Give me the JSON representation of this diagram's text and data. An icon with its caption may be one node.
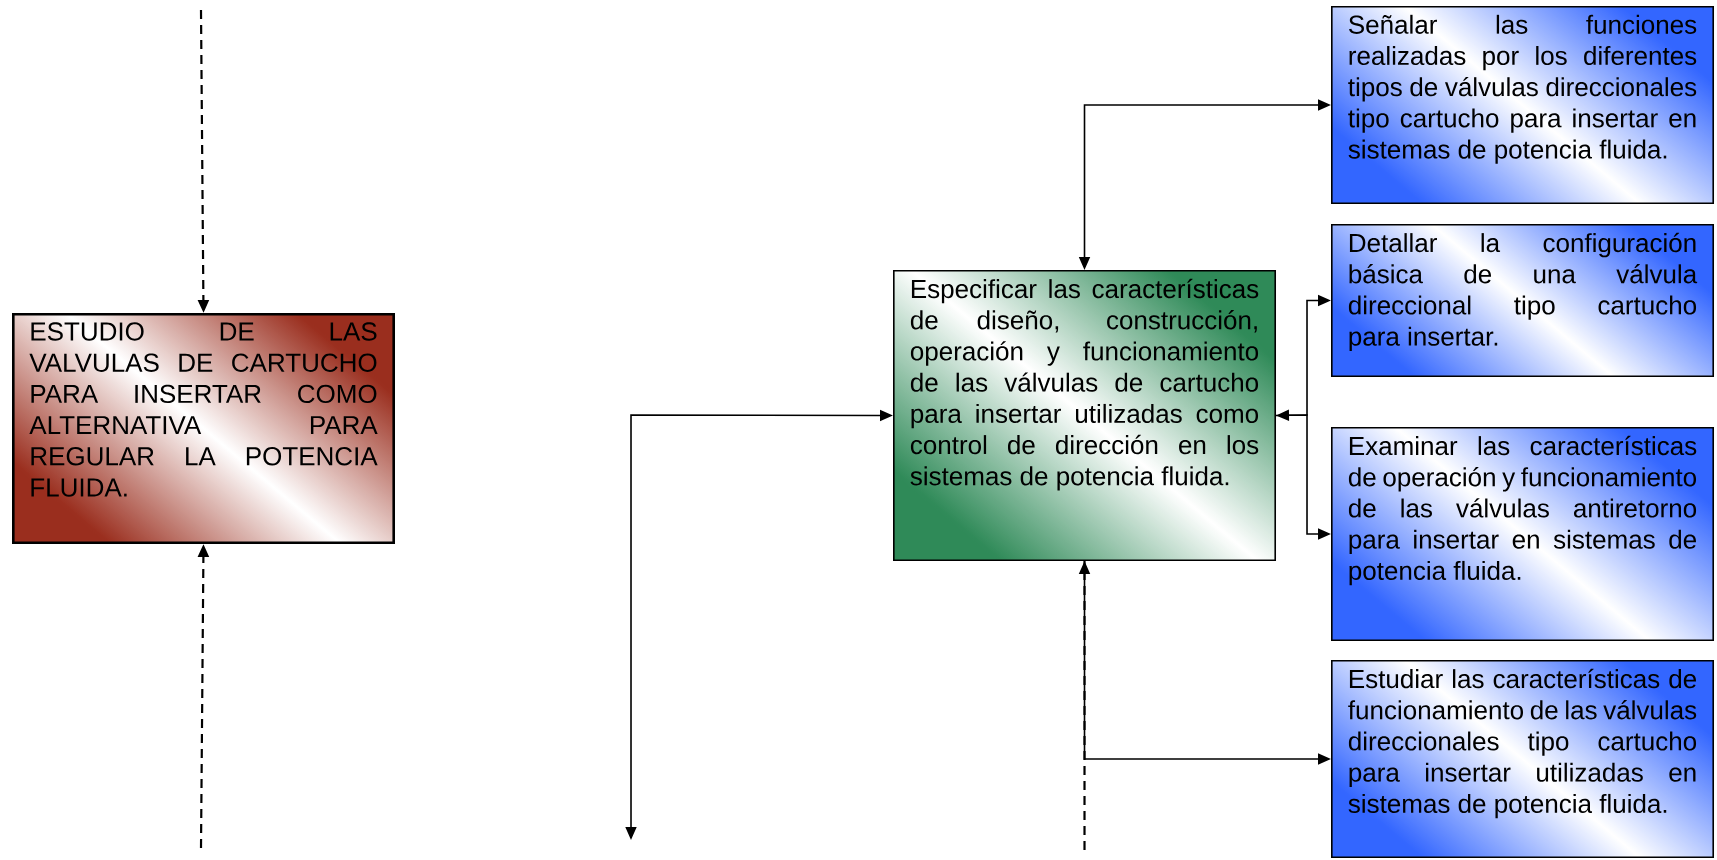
{
  "diagram": {
    "nodes": [
      {
        "text": [
          "ESTUDIO DE LAS VALVULAS DE CARTUCHO PARA INSERTAR COMO ALTERNATIVA PARA REGULAR LA POTENCIA FLUIDA."
        ]
      },
      {
        "text": [
          "Especificar las características de diseño, construcción, operación y funcionamiento de las válvulas de cartucho para insertar utilizadas como control de dirección en los sistemas de potencia fluida."
        ]
      },
      {
        "text": [
          "Señalar las funciones realizadas por los diferentes tipos de válvulas direccionales tipo cartucho para insertar en sistemas de potencia fluida."
        ]
      },
      {
        "text": [
          "Detallar la configuración básica de una válvula direccional tipo cartucho para insertar."
        ]
      },
      {
        "text": [
          "Examinar las características de operación y funcionamiento de las válvulas antiretorno para insertar en sistemas de potencia fluida."
        ]
      },
      {
        "text": [
          "Estudiar las características de funcionamiento de las válvulas direccionales tipo cartucho para insertar utilizadas en sistemas de potencia fluida."
        ]
      }
    ],
    "edges": [
      {
        "from": null,
        "to": 0,
        "arrow": "to",
        "style": "dashed"
      },
      {
        "from": null,
        "to": 0,
        "arrow": "to",
        "style": "dashed"
      },
      {
        "from": 1,
        "to": null,
        "arrow": "both"
      },
      {
        "from": 1,
        "to": 2,
        "arrow": "both"
      },
      {
        "from": 1,
        "to": 3,
        "arrow": "both"
      },
      {
        "from": 1,
        "to": 4,
        "arrow": "to"
      },
      {
        "from": 1,
        "to": 5,
        "arrow": "both"
      },
      {
        "from": null,
        "to": 1,
        "arrow": "none",
        "style": "dashed"
      }
    ]
  }
}
